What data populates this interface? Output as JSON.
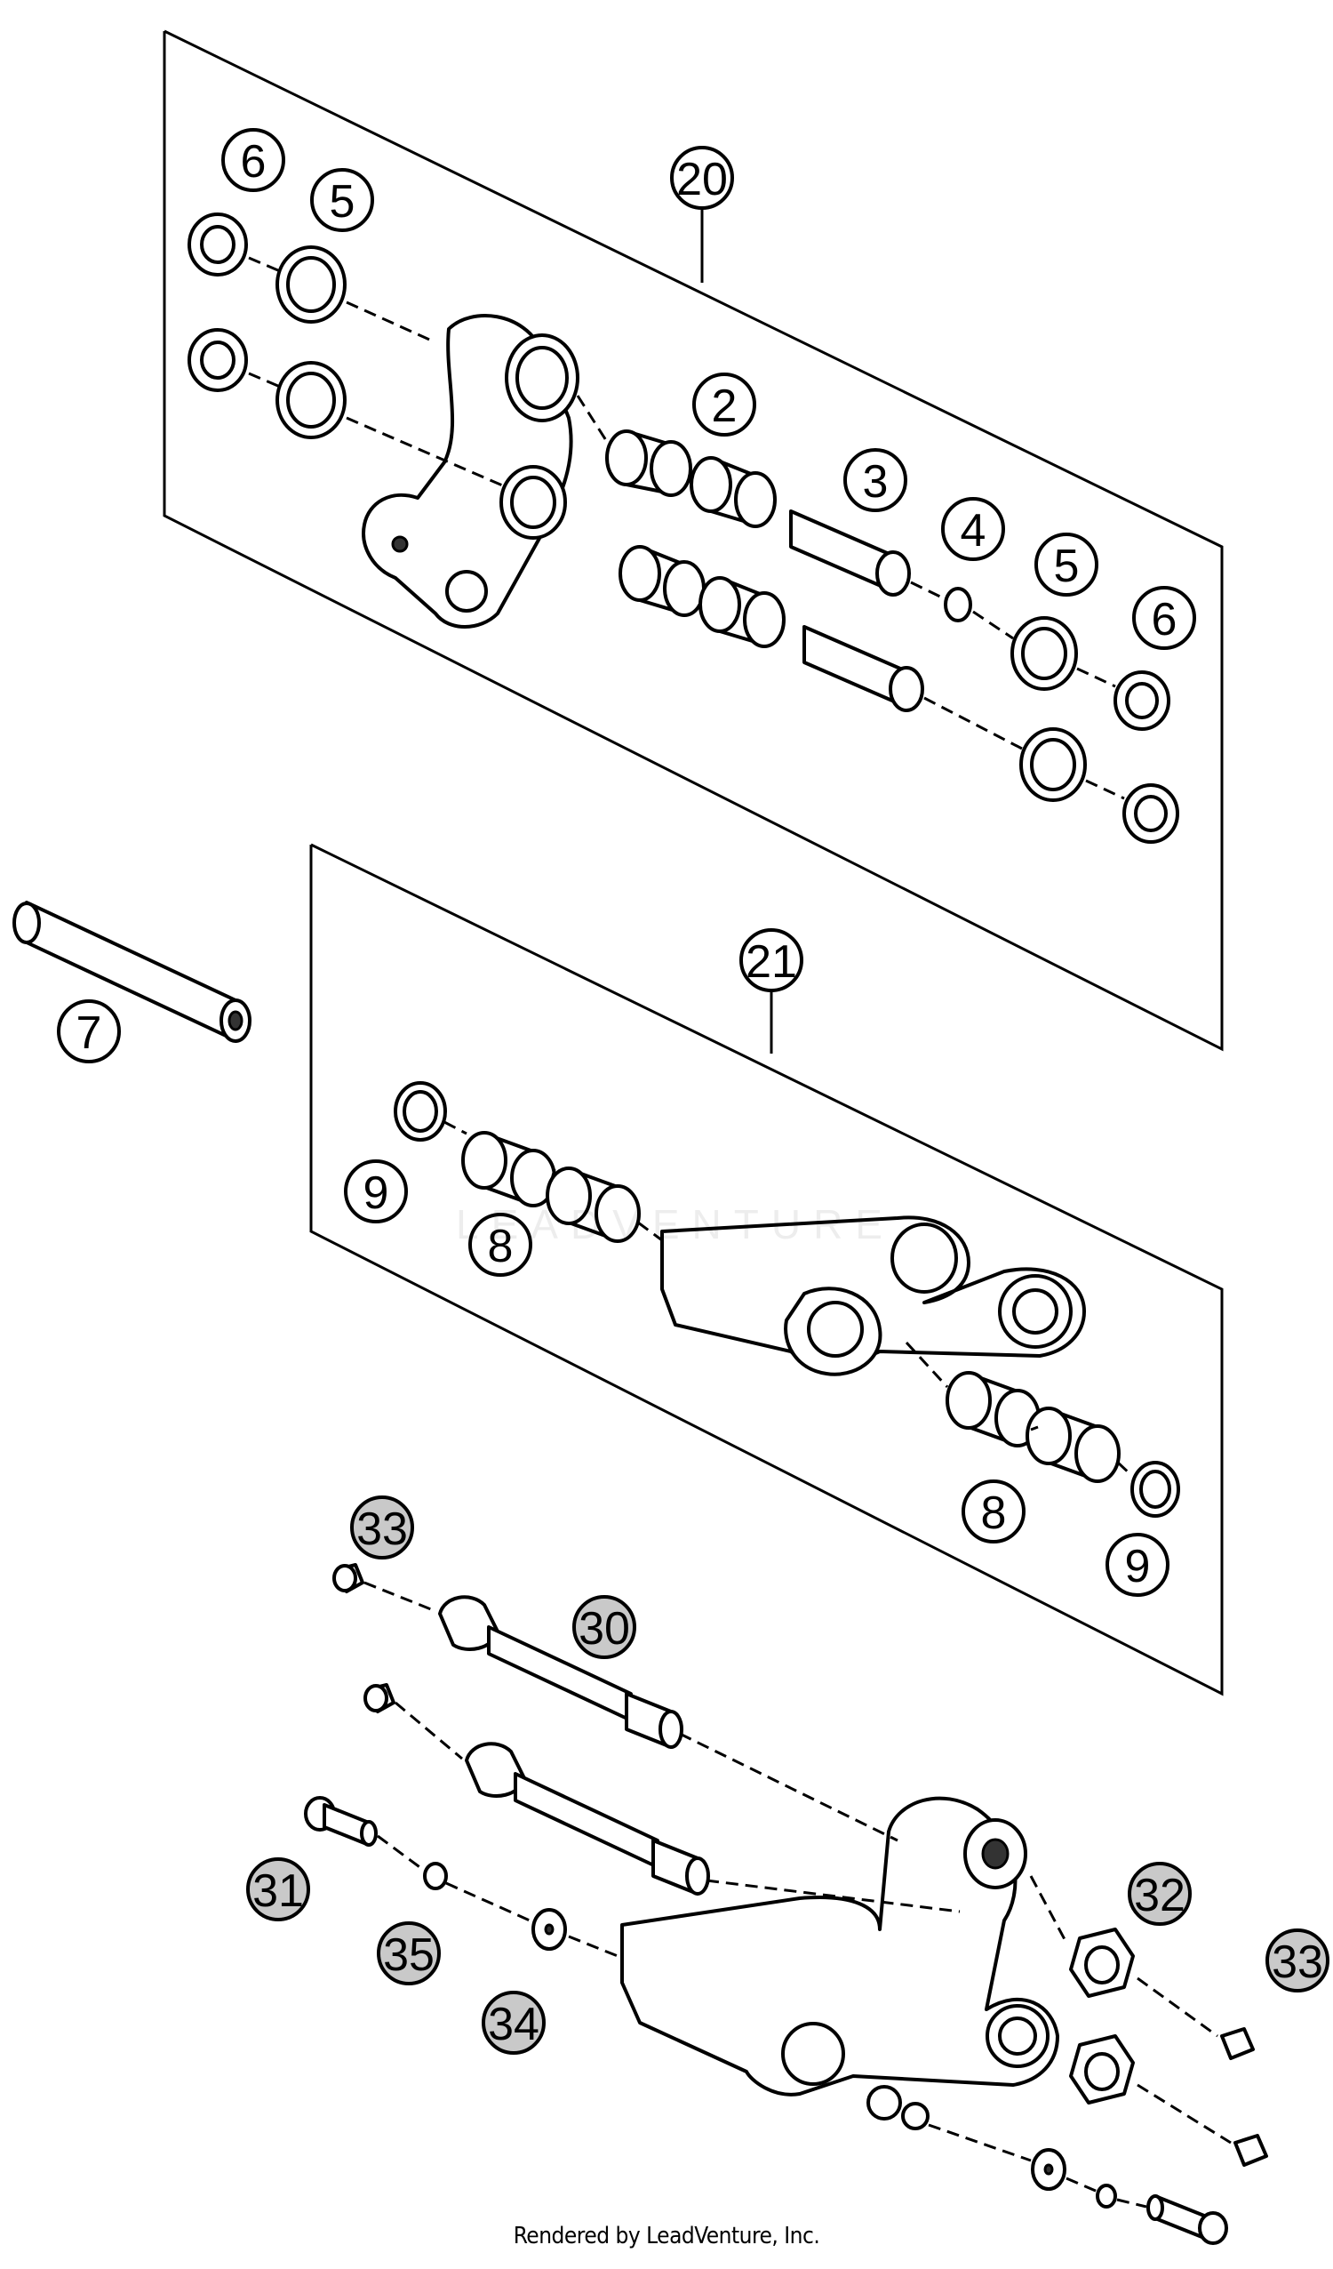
{
  "footer": {
    "credit": "Rendered by LeadVenture, Inc."
  },
  "watermark": {
    "text": "LEADVENTURE"
  },
  "callouts": {
    "c20": "20",
    "c6a": "6",
    "c5a": "5",
    "c2": "2",
    "c3": "3",
    "c4": "4",
    "c5b": "5",
    "c6b": "6",
    "c7": "7",
    "c21": "21",
    "c9a": "9",
    "c8a": "8",
    "c8b": "8",
    "c9b": "9",
    "c33a": "33",
    "c30": "30",
    "c31": "31",
    "c32": "32",
    "c35": "35",
    "c34": "34",
    "c33b": "33"
  },
  "colors": {
    "line": "#000000",
    "background": "#ffffff",
    "shaded_callout": "#c9c9c9"
  }
}
